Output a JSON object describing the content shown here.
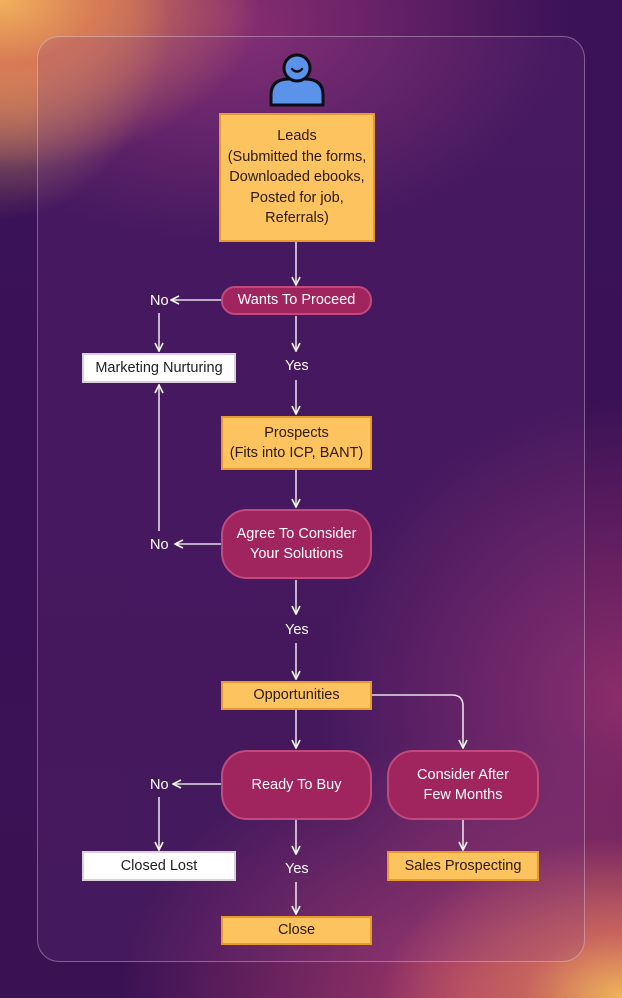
{
  "diagram": {
    "leads": "Leads\n(Submitted the forms, Downloaded ebooks, Posted for job, Referrals)",
    "wants_to_proceed": "Wants To Proceed",
    "no_1": "No",
    "marketing_nurturing": "Marketing Nurturing",
    "yes_1": "Yes",
    "prospects": "Prospects\n(Fits into ICP, BANT)",
    "agree_to_consider": "Agree To Consider Your Solutions",
    "no_2": "No",
    "yes_2": "Yes",
    "opportunities": "Opportunities",
    "ready_to_buy": "Ready To Buy",
    "consider_after": "Consider After Few Months",
    "no_3": "No",
    "closed_lost": "Closed Lost",
    "yes_3": "Yes",
    "sales_prospecting": "Sales Prospecting",
    "close": "Close"
  },
  "colors": {
    "decision_node": "#a0245d",
    "process_node": "#fdc35f",
    "terminal_node": "#ffffff",
    "user_icon": "#5b93ea"
  },
  "icons": {
    "top": "user-icon"
  }
}
